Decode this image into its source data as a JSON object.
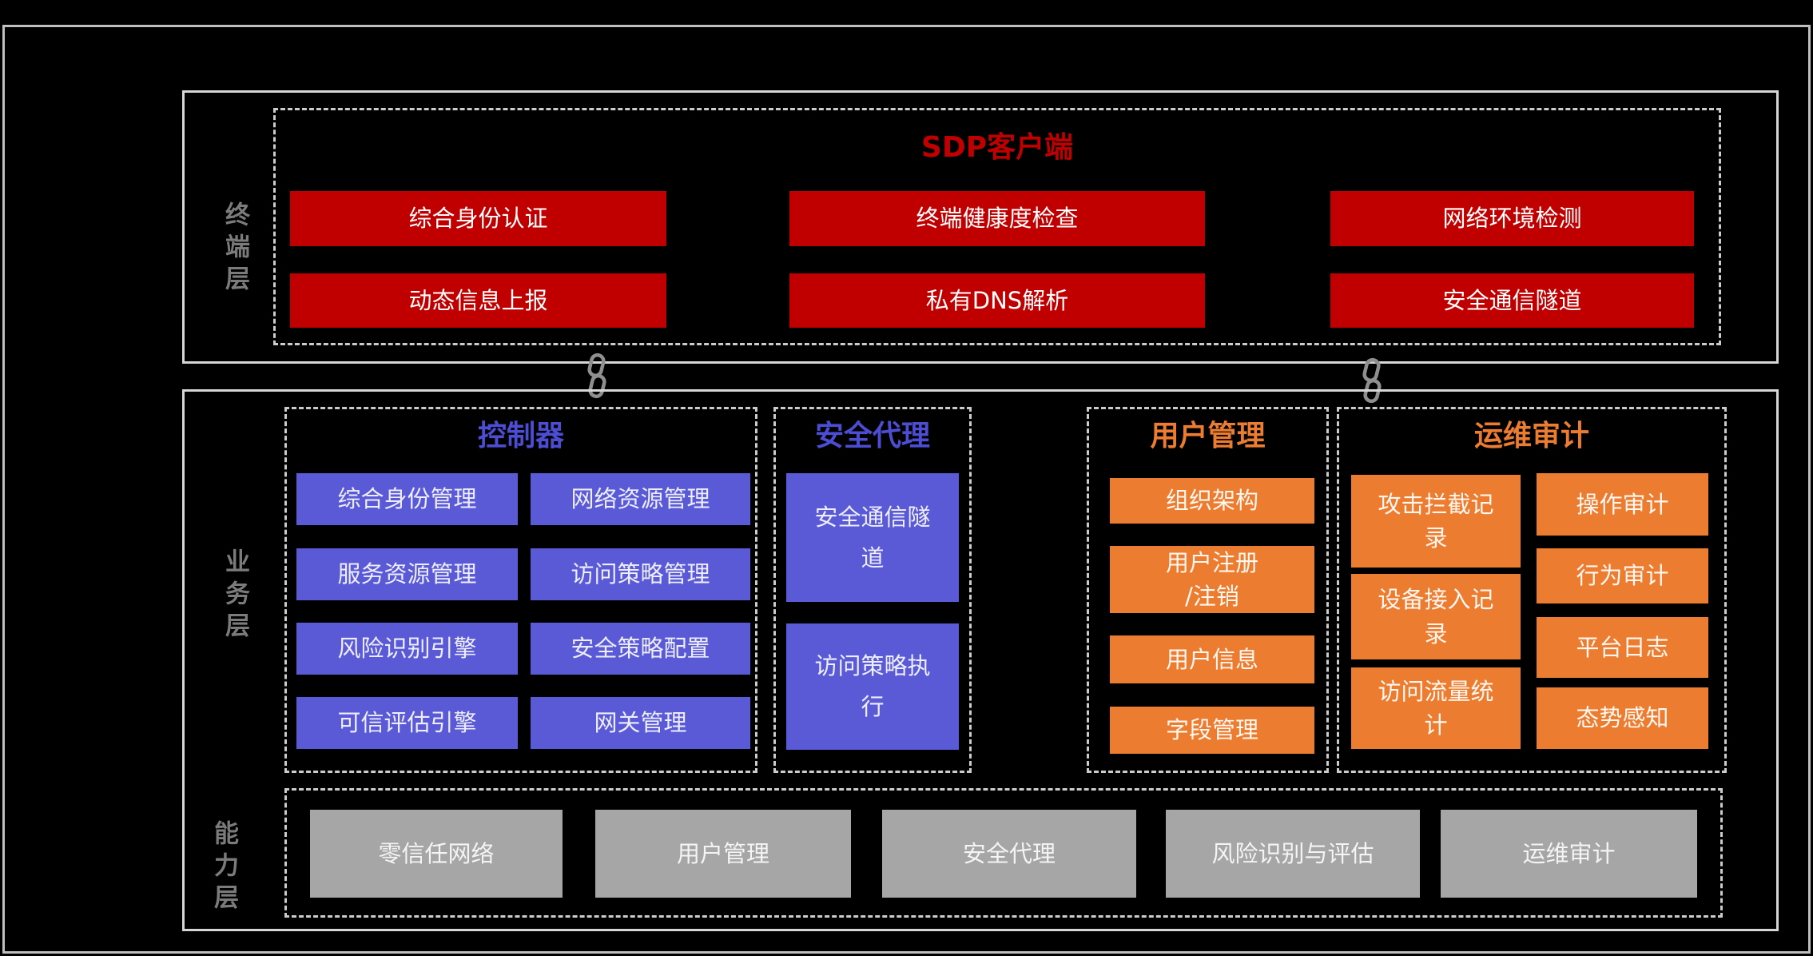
{
  "colors": {
    "background": "#000000",
    "terminal_red": "#C00000",
    "business_blue": "#5A5AD6",
    "blue_title": "#4D4DD4",
    "orange": "#EC7C30",
    "capability_gray": "#A6A6A6",
    "layer_label_gray": "#7B7B7B",
    "border_gray": "#CCCCCC"
  },
  "icons": {
    "chain_link": "chain-link-icon"
  },
  "terminal_layer": {
    "label": "终端层",
    "title": "SDP客户端",
    "rows": [
      [
        "综合身份认证",
        "终端健康度检查",
        "网络环境检测"
      ],
      [
        "动态信息上报",
        "私有DNS解析",
        "安全通信隧道"
      ]
    ]
  },
  "business_layer": {
    "label": "业务层",
    "controller": {
      "title": "控制器",
      "items": [
        "综合身份管理",
        "网络资源管理",
        "服务资源管理",
        "访问策略管理",
        "风险识别引擎",
        "安全策略配置",
        "可信评估引擎",
        "网关管理"
      ]
    },
    "security_proxy": {
      "title": "安全代理",
      "items": [
        "安全通信隧\n道",
        "访问策略执\n行"
      ]
    },
    "user_management": {
      "title": "用户管理",
      "items": [
        "组织架构",
        "用户注册\n/注销",
        "用户信息",
        "字段管理"
      ]
    },
    "om_audit": {
      "title": "运维审计",
      "left_items": [
        "攻击拦截记\n录",
        "设备接入记\n录",
        "访问流量统\n计"
      ],
      "right_items": [
        "操作审计",
        "行为审计",
        "平台日志",
        "态势感知"
      ]
    }
  },
  "capability_layer": {
    "label": "能力层",
    "boxes": [
      "零信任网络",
      "用户管理",
      "安全代理",
      "风险识别与评估",
      "运维审计"
    ]
  }
}
